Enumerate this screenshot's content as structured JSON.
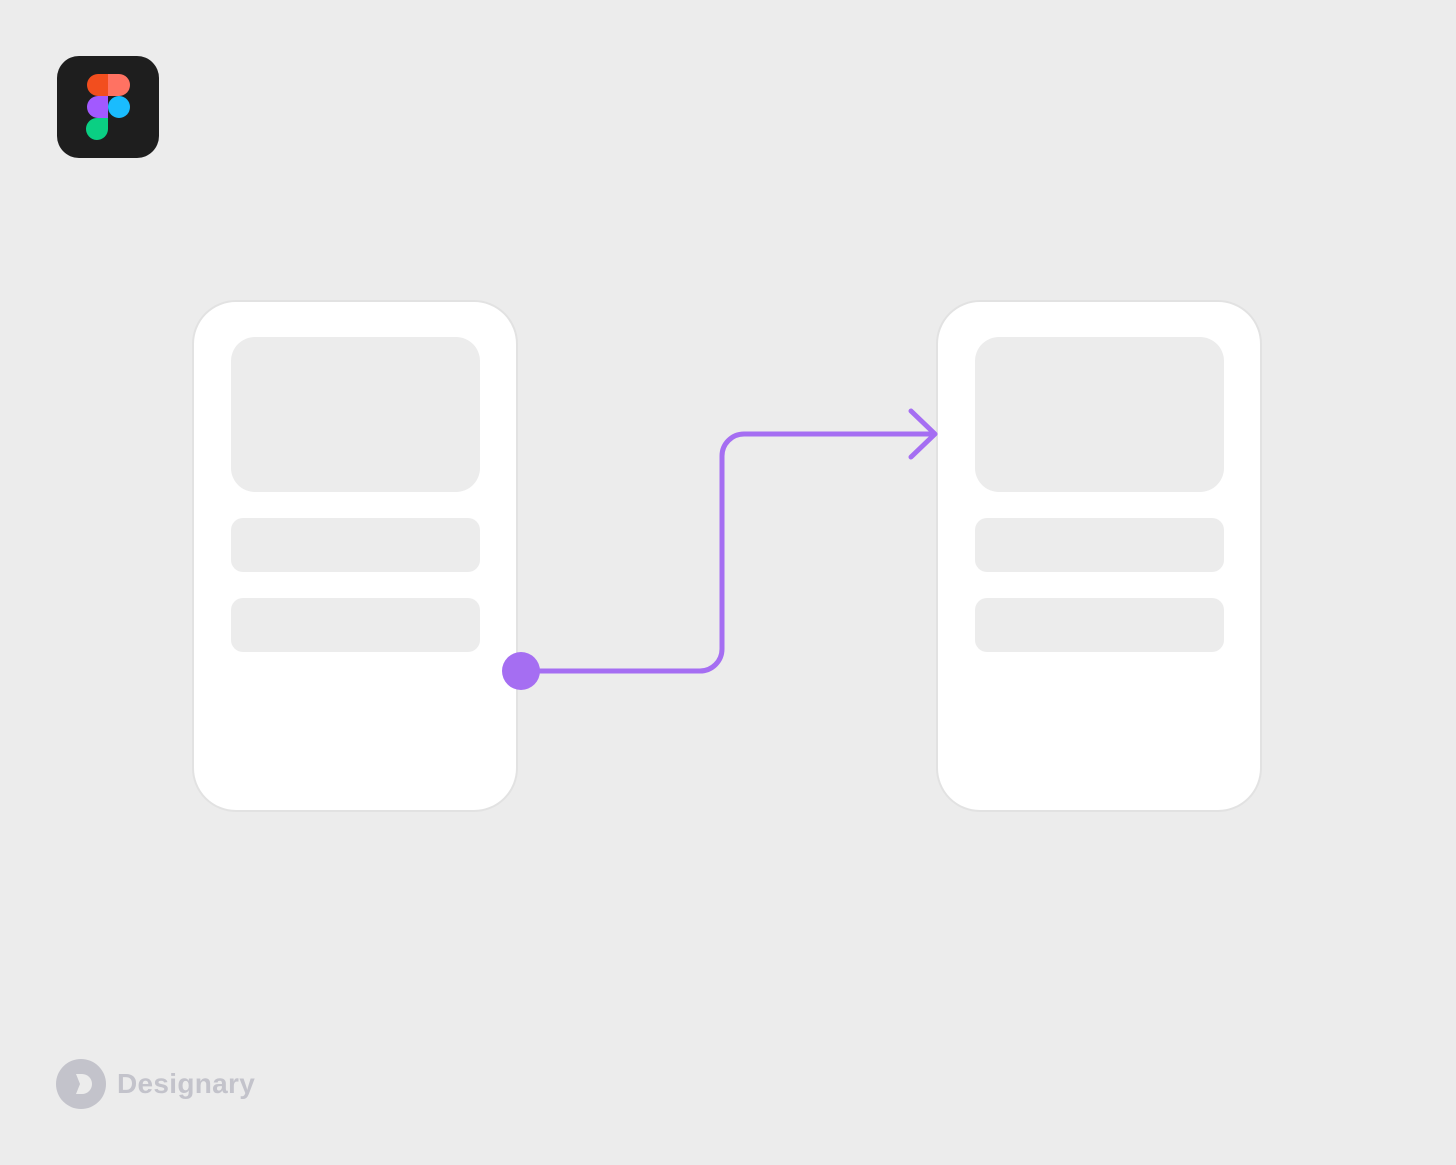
{
  "logo": {
    "icon": "figma-logo-icon",
    "colors": {
      "background": "#1e1e1e",
      "red": "#f24e1e",
      "coral": "#ff7262",
      "purple": "#a259ff",
      "blue": "#1abcfe",
      "green": "#0acf83"
    }
  },
  "diagram": {
    "nodes": [
      {
        "id": "source-frame",
        "placeholders": [
          "image",
          "line",
          "line"
        ]
      },
      {
        "id": "target-frame",
        "placeholders": [
          "image",
          "line",
          "line"
        ]
      }
    ],
    "connection": {
      "from": "source-frame",
      "to": "target-frame",
      "color": "#a56ef2"
    },
    "colors": {
      "canvas": "#ececec",
      "frame": "#ffffff",
      "frame_border": "#e2e2e2",
      "placeholder": "#ececec"
    }
  },
  "brand": {
    "icon": "designary-logo-icon",
    "name": "Designary",
    "color": "#c3c3cb"
  }
}
